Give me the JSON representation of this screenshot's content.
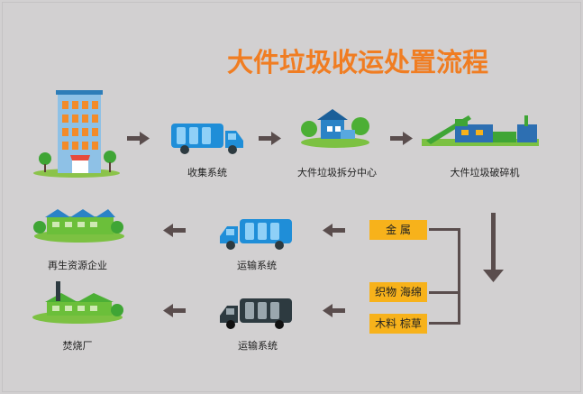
{
  "title": "大件垃圾收运处置流程",
  "nodes": {
    "collect": "收集系统",
    "dismantle": "大件垃圾拆分中心",
    "crusher": "大件垃圾破碎机",
    "transport_top": "运输系统",
    "transport_bottom": "运输系统",
    "recycling": "再生资源企业",
    "incinerator": "焚烧厂"
  },
  "materials": {
    "metal": "金 属",
    "fabric": "织物 海绵",
    "wood": "木料 棕草"
  },
  "colors": {
    "title": "#f07d22",
    "tag": "#f7b21b",
    "arrow": "#5a4d4d",
    "truck_blue": "#1f8ed8",
    "truck_dark": "#2d3a40",
    "factory_green": "#6bbf3a"
  }
}
